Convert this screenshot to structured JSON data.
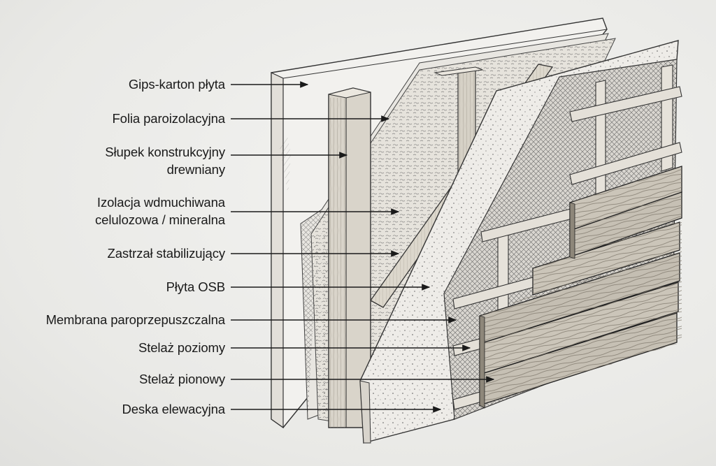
{
  "labels": [
    {
      "id": "gypsum",
      "lines": [
        "Gips-karton płyta"
      ]
    },
    {
      "id": "vapor-foil",
      "lines": [
        "Folia paroizolacyjna"
      ]
    },
    {
      "id": "stud",
      "lines": [
        "Słupek konstrukcyjny",
        "drewniany"
      ]
    },
    {
      "id": "insulation",
      "lines": [
        "Izolacja wdmuchiwana",
        "celulozowa / mineralna"
      ]
    },
    {
      "id": "brace",
      "lines": [
        "Zastrzał stabilizujący"
      ]
    },
    {
      "id": "osb",
      "lines": [
        "Płyta OSB"
      ]
    },
    {
      "id": "membrane",
      "lines": [
        "Membrana paroprzepuszczalna"
      ]
    },
    {
      "id": "batten-h",
      "lines": [
        "Stelaż poziomy"
      ]
    },
    {
      "id": "batten-v",
      "lines": [
        "Stelaż pionowy"
      ]
    },
    {
      "id": "cladding",
      "lines": [
        "Deska elewacyjna"
      ]
    }
  ],
  "colors": {
    "ink": "#1a1a1a",
    "paper": "#ededeb",
    "wood": "#d9d4ca",
    "board": "#c9c3b7"
  }
}
